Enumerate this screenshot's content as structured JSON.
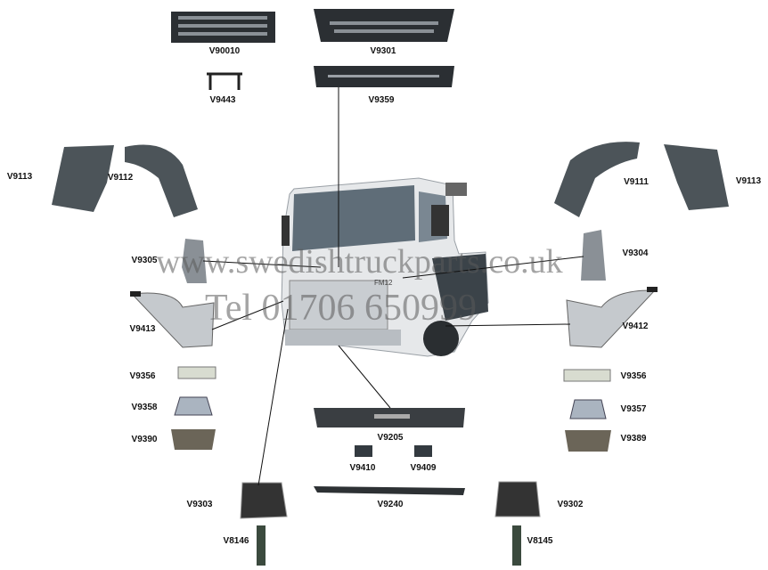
{
  "watermark": {
    "site": "www.swedishtruckparts.co.uk",
    "phone": "Tel 01706 650999"
  },
  "truck_badge": "FM12",
  "parts": [
    {
      "code": "V90010"
    },
    {
      "code": "V9301"
    },
    {
      "code": "V9443"
    },
    {
      "code": "V9359"
    },
    {
      "code": "V9113"
    },
    {
      "code": "V9112"
    },
    {
      "code": "V9111"
    },
    {
      "code": "V9113"
    },
    {
      "code": "V9305"
    },
    {
      "code": "V9304"
    },
    {
      "code": "V9413"
    },
    {
      "code": "V9412"
    },
    {
      "code": "V9356"
    },
    {
      "code": "V9356"
    },
    {
      "code": "V9358"
    },
    {
      "code": "V9357"
    },
    {
      "code": "V9390"
    },
    {
      "code": "V9389"
    },
    {
      "code": "V9205"
    },
    {
      "code": "V9410"
    },
    {
      "code": "V9409"
    },
    {
      "code": "V9303"
    },
    {
      "code": "V9240"
    },
    {
      "code": "V9302"
    },
    {
      "code": "V8146"
    },
    {
      "code": "V8145"
    }
  ]
}
